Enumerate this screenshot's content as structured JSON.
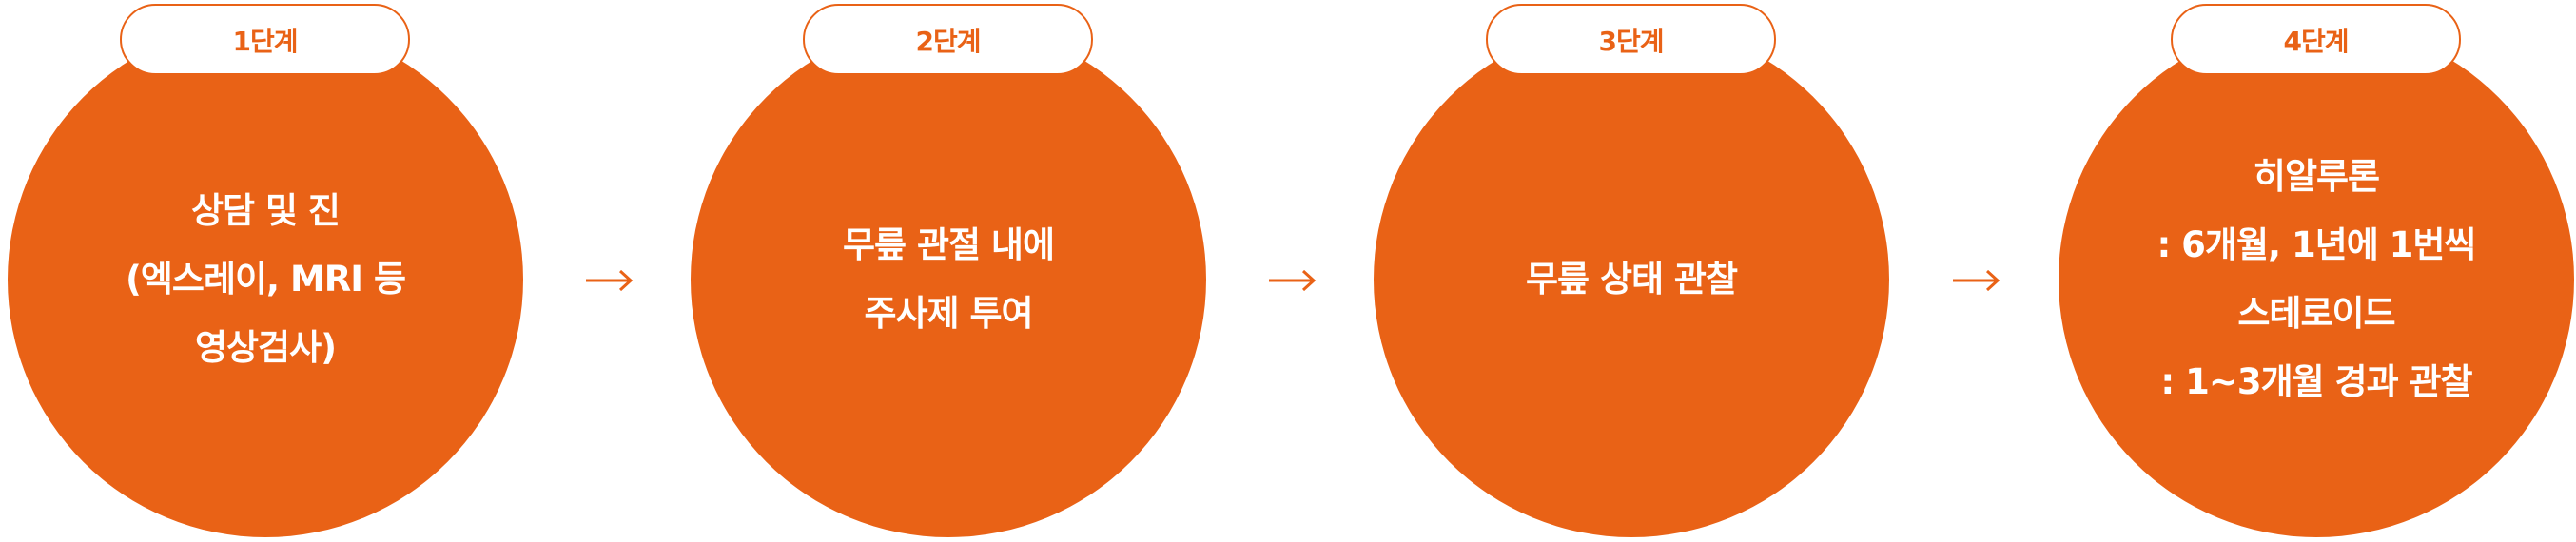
{
  "colors": {
    "accent": "#E96216",
    "circle_text": "#FFFFFF",
    "pill_background": "#FFFFFF"
  },
  "steps": [
    {
      "label": "1단계",
      "lines": [
        "상담 및 진",
        "(엑스레이, MRI 등",
        "영상검사)"
      ]
    },
    {
      "label": "2단계",
      "lines": [
        "무릎 관절 내에",
        "주사제 투여"
      ]
    },
    {
      "label": "3단계",
      "lines": [
        "무릎 상태 관찰"
      ]
    },
    {
      "label": "4단계",
      "lines": [
        "히알루론",
        ": 6개월, 1년에 1번씩",
        "스테로이드",
        ": 1~3개월 경과 관찰"
      ]
    }
  ],
  "connectors": [
    {
      "icon": "arrow-right-icon",
      "glyph": "→"
    },
    {
      "icon": "arrow-right-icon",
      "glyph": "→"
    },
    {
      "icon": "arrow-right-icon",
      "glyph": "→"
    }
  ]
}
